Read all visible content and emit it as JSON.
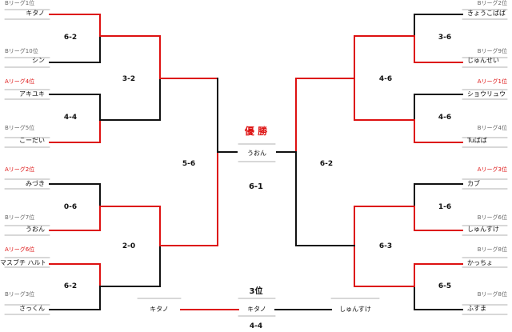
{
  "colors": {
    "win": "#dd1111",
    "lose": "#111111",
    "divider": "#999999",
    "champion_title": "#dd1111"
  },
  "left_entries": [
    {
      "league": "Bリーグ1位",
      "name": "キタノ"
    },
    {
      "league": "Bリーグ10位",
      "name": "シン"
    },
    {
      "league": "Aリーグ4位",
      "name": "アキユキ"
    },
    {
      "league": "Bリーグ5位",
      "name": "こーだい"
    },
    {
      "league": "Aリーグ2位",
      "name": "みづき"
    },
    {
      "league": "Bリーグ7位",
      "name": "うおん"
    },
    {
      "league": "Aリーグ6位",
      "name": "マスブチ ハルト"
    },
    {
      "league": "Bリーグ3位",
      "name": "さっくん"
    }
  ],
  "right_entries": [
    {
      "league": "Bリーグ2位",
      "name": "きょうこばば"
    },
    {
      "league": "Bリーグ9位",
      "name": "じゅんせい"
    },
    {
      "league": "Aリーグ1位",
      "name": "ショウリュウ"
    },
    {
      "league": "Bリーグ4位",
      "name": "Tuばば"
    },
    {
      "league": "Aリーグ3位",
      "name": "カブ"
    },
    {
      "league": "Bリーグ6位",
      "name": "しゅんすけ"
    },
    {
      "league": "Bリーグ8位",
      "name": "かっちょ"
    },
    {
      "league": "Bリーグ8位",
      "name": "ふすま"
    }
  ],
  "scores": {
    "left_r1": [
      "6-2",
      "4-4",
      "0-6",
      "6-2"
    ],
    "left_r2": [
      "3-2",
      "2-0"
    ],
    "left_semi": "5-6",
    "right_r1": [
      "3-6",
      "4-6",
      "1-6",
      "6-5"
    ],
    "right_r2": [
      "4-6",
      "6-3"
    ],
    "right_semi": "6-2",
    "final": "6-1",
    "third_place": "4-4"
  },
  "champion": {
    "title": "優 勝",
    "name": "うおん"
  },
  "third_place": {
    "title": "3位",
    "left_name": "キタノ",
    "center_name": "キタノ",
    "right_name": "しゅんすけ"
  }
}
